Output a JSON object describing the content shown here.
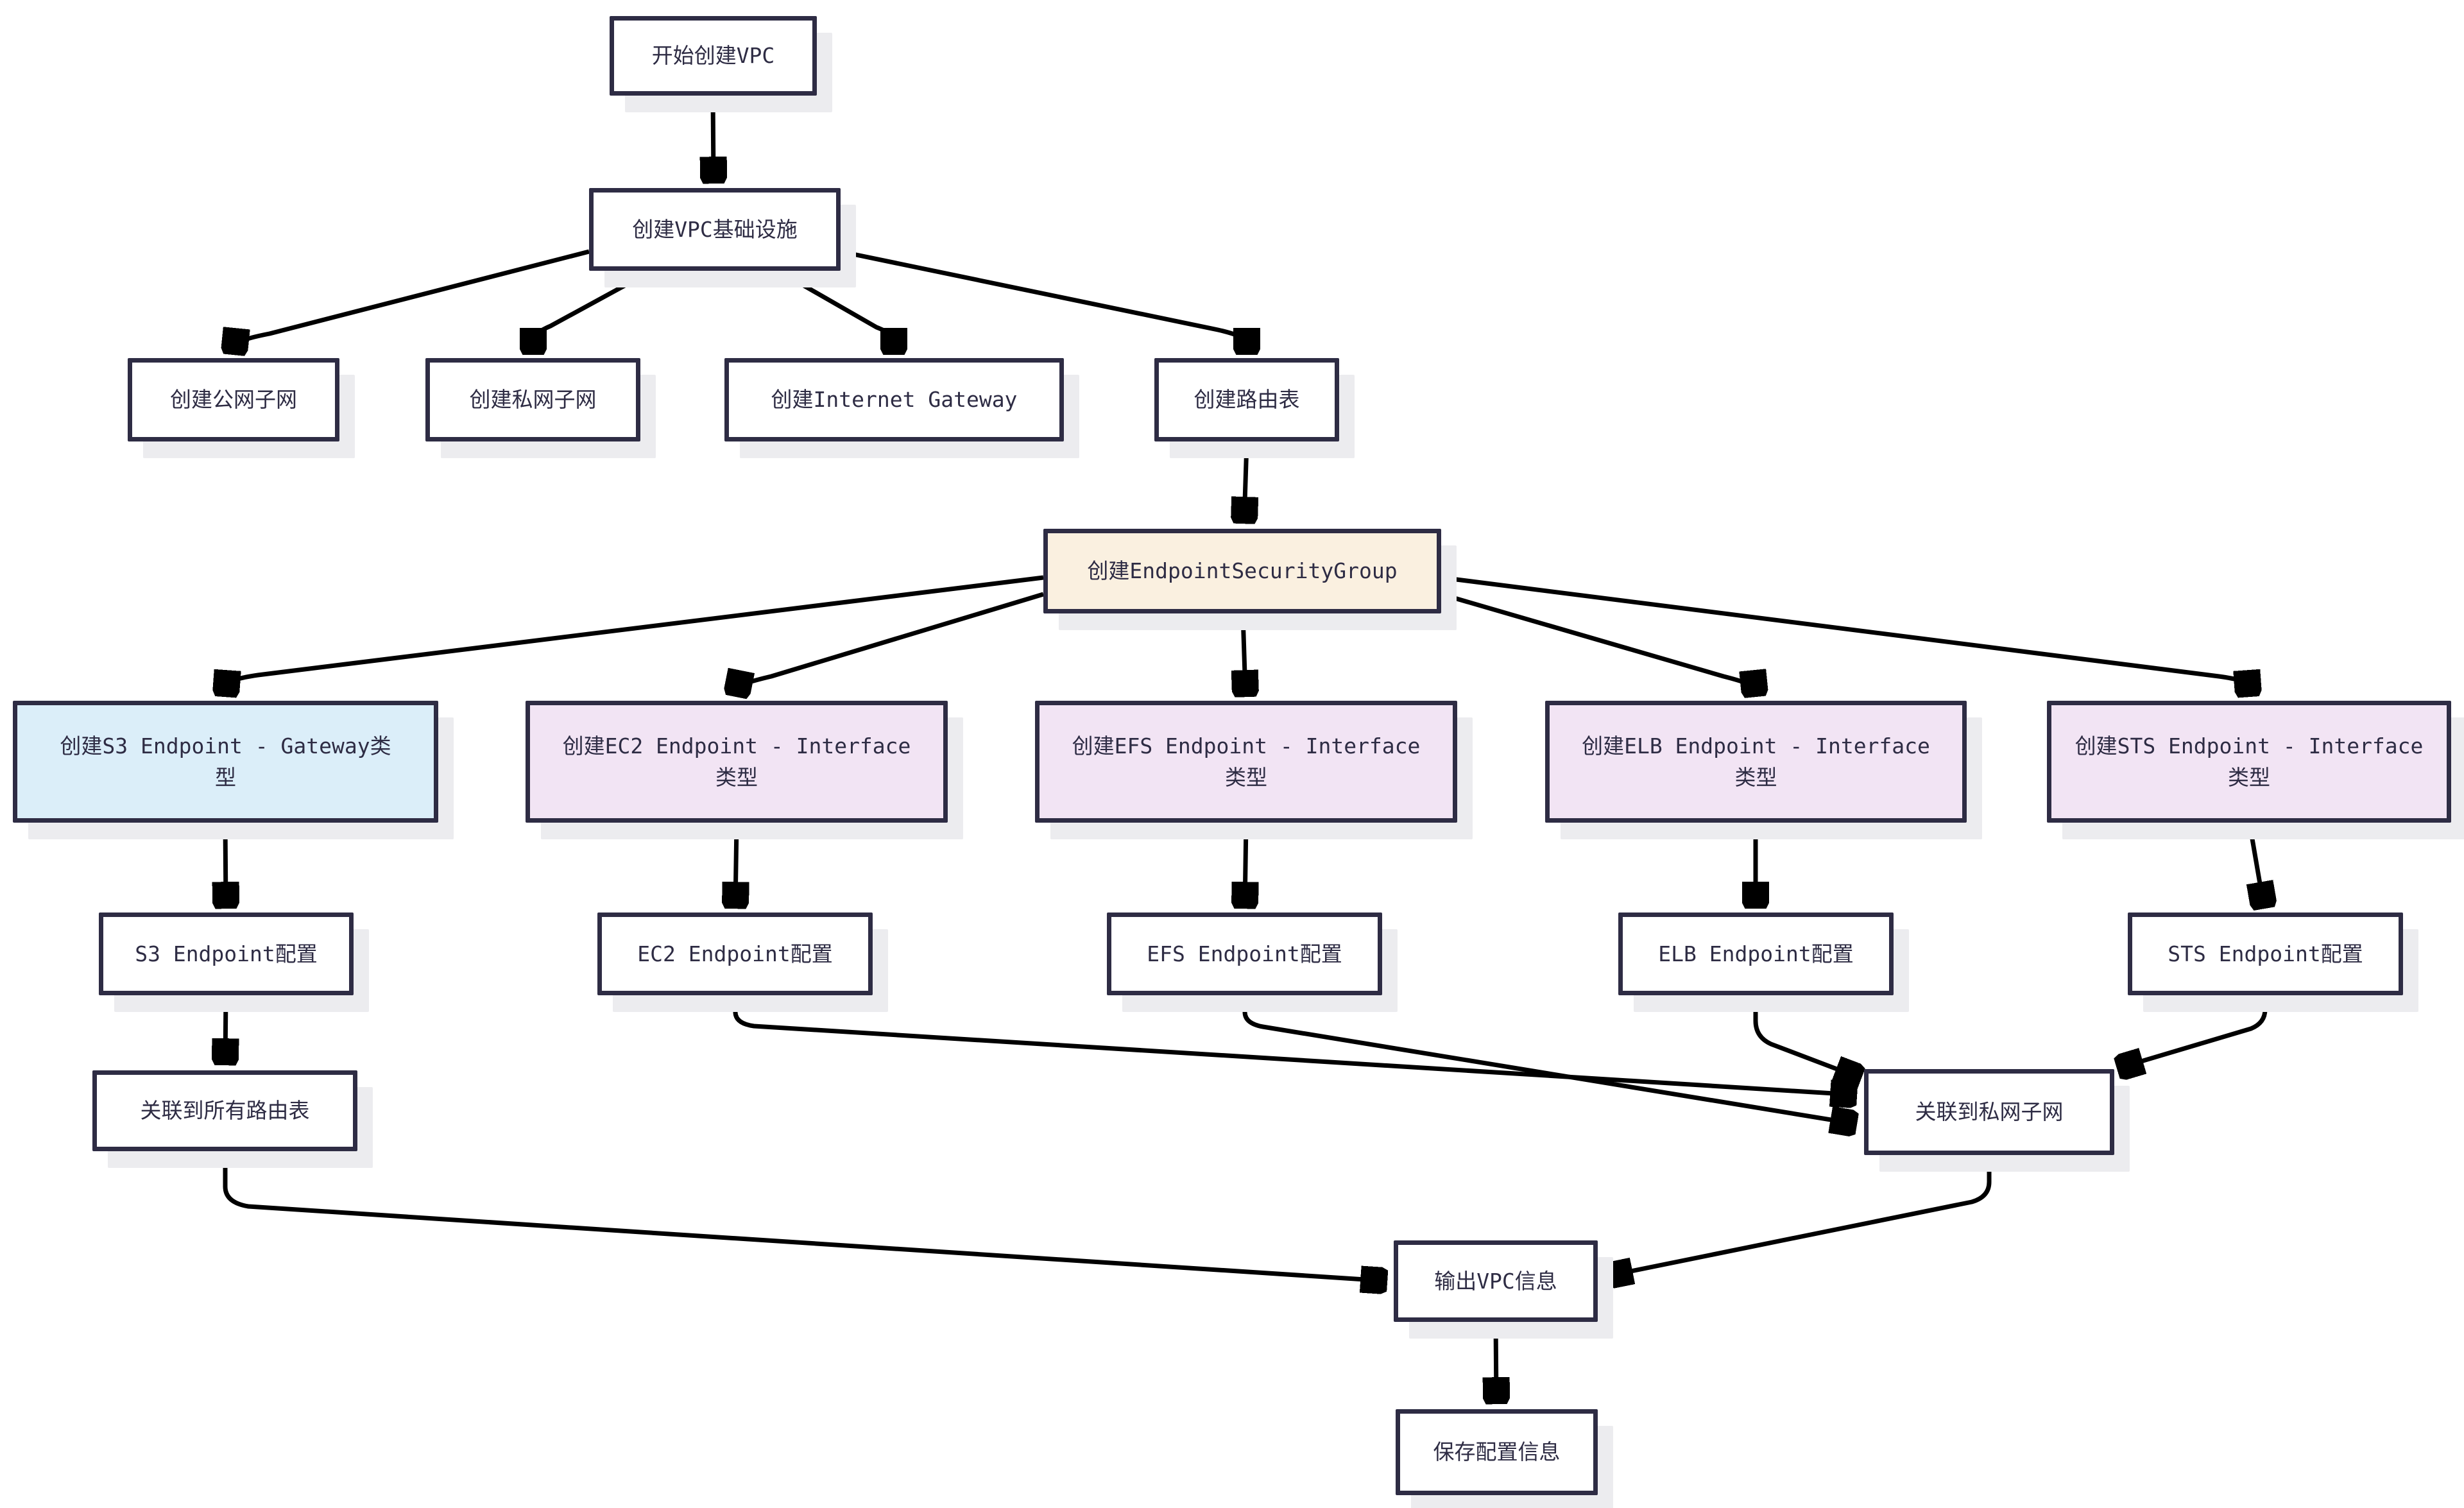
{
  "diagram": {
    "type": "flowchart",
    "direction": "top-down",
    "colors": {
      "page_bg": "#ffffff",
      "edge": "#000000",
      "node_border": "#2e2c44",
      "node_text": "#2e2c44",
      "node_fill": "#ffffff",
      "shadow": "#ececef",
      "fill_security_group": "#faf0e0",
      "fill_gateway_endpoint": "#dbeef9",
      "fill_interface_endpoint": "#f2e4f4"
    },
    "nodes": {
      "start": {
        "label": "开始创建VPC"
      },
      "vpc_infra": {
        "label": "创建VPC基础设施"
      },
      "public_subnet": {
        "label": "创建公网子网"
      },
      "private_subnet": {
        "label": "创建私网子网"
      },
      "igw": {
        "label": "创建Internet Gateway"
      },
      "route_table": {
        "label": "创建路由表"
      },
      "endpoint_sg": {
        "label": "创建EndpointSecurityGroup"
      },
      "s3_endpoint": {
        "label": "创建S3 Endpoint - Gateway类\n型"
      },
      "ec2_endpoint": {
        "label": "创建EC2 Endpoint - Interface\n类型"
      },
      "efs_endpoint": {
        "label": "创建EFS Endpoint - Interface\n类型"
      },
      "elb_endpoint": {
        "label": "创建ELB Endpoint - Interface\n类型"
      },
      "sts_endpoint": {
        "label": "创建STS Endpoint - Interface\n类型"
      },
      "s3_config": {
        "label": "S3 Endpoint配置"
      },
      "ec2_config": {
        "label": "EC2 Endpoint配置"
      },
      "efs_config": {
        "label": "EFS Endpoint配置"
      },
      "elb_config": {
        "label": "ELB Endpoint配置"
      },
      "sts_config": {
        "label": "STS Endpoint配置"
      },
      "assoc_route_tables": {
        "label": "关联到所有路由表"
      },
      "assoc_private_subnet": {
        "label": "关联到私网子网"
      },
      "output_vpc": {
        "label": "输出VPC信息"
      },
      "save_config": {
        "label": "保存配置信息"
      }
    },
    "edges": [
      {
        "from": "start",
        "to": "vpc_infra"
      },
      {
        "from": "vpc_infra",
        "to": "public_subnet"
      },
      {
        "from": "vpc_infra",
        "to": "private_subnet"
      },
      {
        "from": "vpc_infra",
        "to": "igw"
      },
      {
        "from": "vpc_infra",
        "to": "route_table"
      },
      {
        "from": "route_table",
        "to": "endpoint_sg"
      },
      {
        "from": "endpoint_sg",
        "to": "s3_endpoint"
      },
      {
        "from": "endpoint_sg",
        "to": "ec2_endpoint"
      },
      {
        "from": "endpoint_sg",
        "to": "efs_endpoint"
      },
      {
        "from": "endpoint_sg",
        "to": "elb_endpoint"
      },
      {
        "from": "endpoint_sg",
        "to": "sts_endpoint"
      },
      {
        "from": "s3_endpoint",
        "to": "s3_config"
      },
      {
        "from": "ec2_endpoint",
        "to": "ec2_config"
      },
      {
        "from": "efs_endpoint",
        "to": "efs_config"
      },
      {
        "from": "elb_endpoint",
        "to": "elb_config"
      },
      {
        "from": "sts_endpoint",
        "to": "sts_config"
      },
      {
        "from": "s3_config",
        "to": "assoc_route_tables"
      },
      {
        "from": "ec2_config",
        "to": "assoc_private_subnet"
      },
      {
        "from": "efs_config",
        "to": "assoc_private_subnet"
      },
      {
        "from": "elb_config",
        "to": "assoc_private_subnet"
      },
      {
        "from": "sts_config",
        "to": "assoc_private_subnet"
      },
      {
        "from": "assoc_route_tables",
        "to": "output_vpc"
      },
      {
        "from": "assoc_private_subnet",
        "to": "output_vpc"
      },
      {
        "from": "output_vpc",
        "to": "save_config"
      }
    ]
  }
}
